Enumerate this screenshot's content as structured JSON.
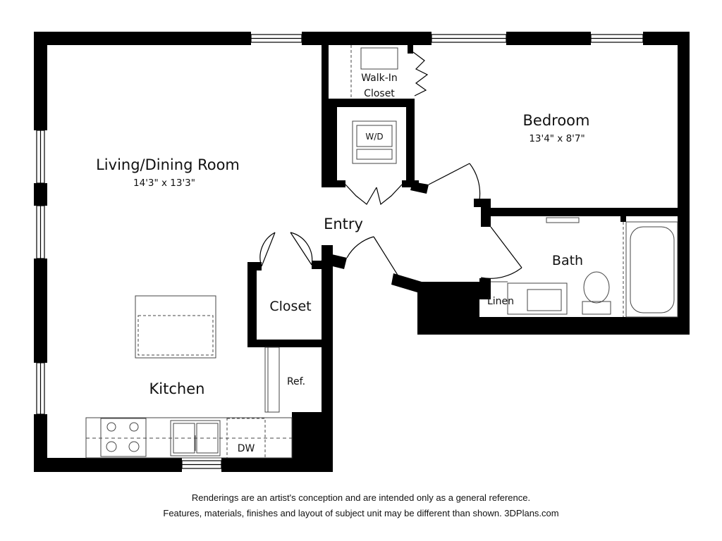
{
  "rooms": {
    "living": {
      "name": "Living/Dining Room",
      "dims": "14'3\" x 13'3\""
    },
    "bedroom": {
      "name": "Bedroom",
      "dims": "13'4\" x 8'7\""
    },
    "kitchen": {
      "name": "Kitchen"
    },
    "entry": {
      "name": "Entry"
    },
    "closet": {
      "name": "Closet"
    },
    "walk_in_closet": {
      "line1": "Walk-In",
      "line2": "Closet"
    },
    "bath": {
      "name": "Bath"
    }
  },
  "fixtures": {
    "washer_dryer": "W/D",
    "refrigerator": "Ref.",
    "dishwasher": "DW",
    "linen": "Linen"
  },
  "disclaimer": {
    "line1": "Renderings are an artist's conception and are intended only as a general reference.",
    "line2": "Features, materials, finishes and layout of subject unit may be different than shown. 3DPlans.com"
  },
  "colors": {
    "wall": "#000000",
    "fixture_line": "#555555",
    "background": "#ffffff"
  }
}
